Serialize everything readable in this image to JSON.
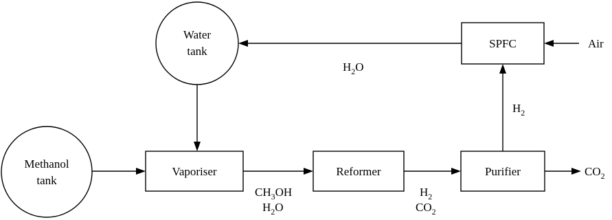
{
  "nodes": {
    "water_tank": {
      "line1": "Water",
      "line2": "tank"
    },
    "methanol_tank": {
      "line1": "Methanol",
      "line2": "tank"
    },
    "vaporiser": {
      "label": "Vaporiser"
    },
    "reformer": {
      "label": "Reformer"
    },
    "purifier": {
      "label": "Purifier"
    },
    "spfc": {
      "label": "SPFC"
    }
  },
  "flows": {
    "air": {
      "label": "Air"
    },
    "water_return": {
      "main": "H",
      "sub": "2",
      "tail": "O"
    },
    "hydrogen_feed": {
      "main": "H",
      "sub": "2"
    },
    "co2_out": {
      "main": "CO",
      "sub": "2"
    },
    "vaporiser_out_1": {
      "a": "CH",
      "sub": "3",
      "b": "OH"
    },
    "vaporiser_out_2": {
      "main": "H",
      "sub": "2",
      "tail": "O"
    },
    "reformer_out_1": {
      "main": "H",
      "sub": "2"
    },
    "reformer_out_2": {
      "main": "CO",
      "sub": "2"
    }
  }
}
